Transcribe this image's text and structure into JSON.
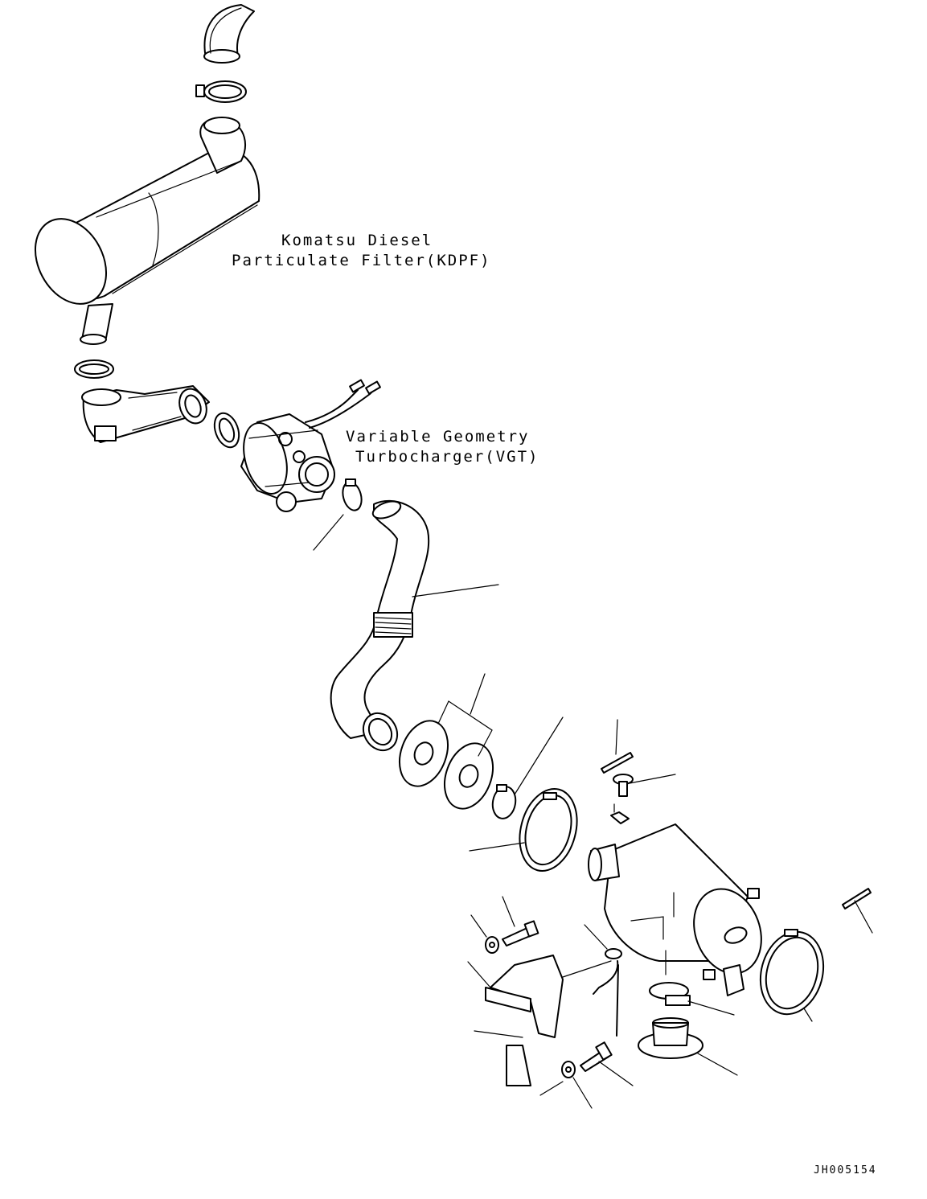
{
  "labels": {
    "kdpf_line1": "Komatsu Diesel",
    "kdpf_line2": "Particulate Filter(KDPF)",
    "vgt_line1": "Variable Geometry",
    "vgt_line2": "Turbocharger(VGT)"
  },
  "drawing_code": "JH005154"
}
